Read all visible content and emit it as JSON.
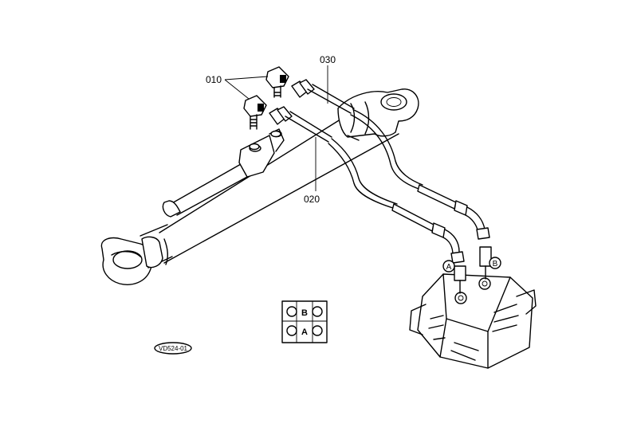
{
  "labels": {
    "part_010": "010",
    "part_020": "020",
    "part_030": "030",
    "port_a": "A",
    "port_b": "B",
    "inset_b": "B",
    "inset_a": "A",
    "figure_code": "VD524-01"
  },
  "colors": {
    "ink": "#000000",
    "paper": "#ffffff"
  }
}
